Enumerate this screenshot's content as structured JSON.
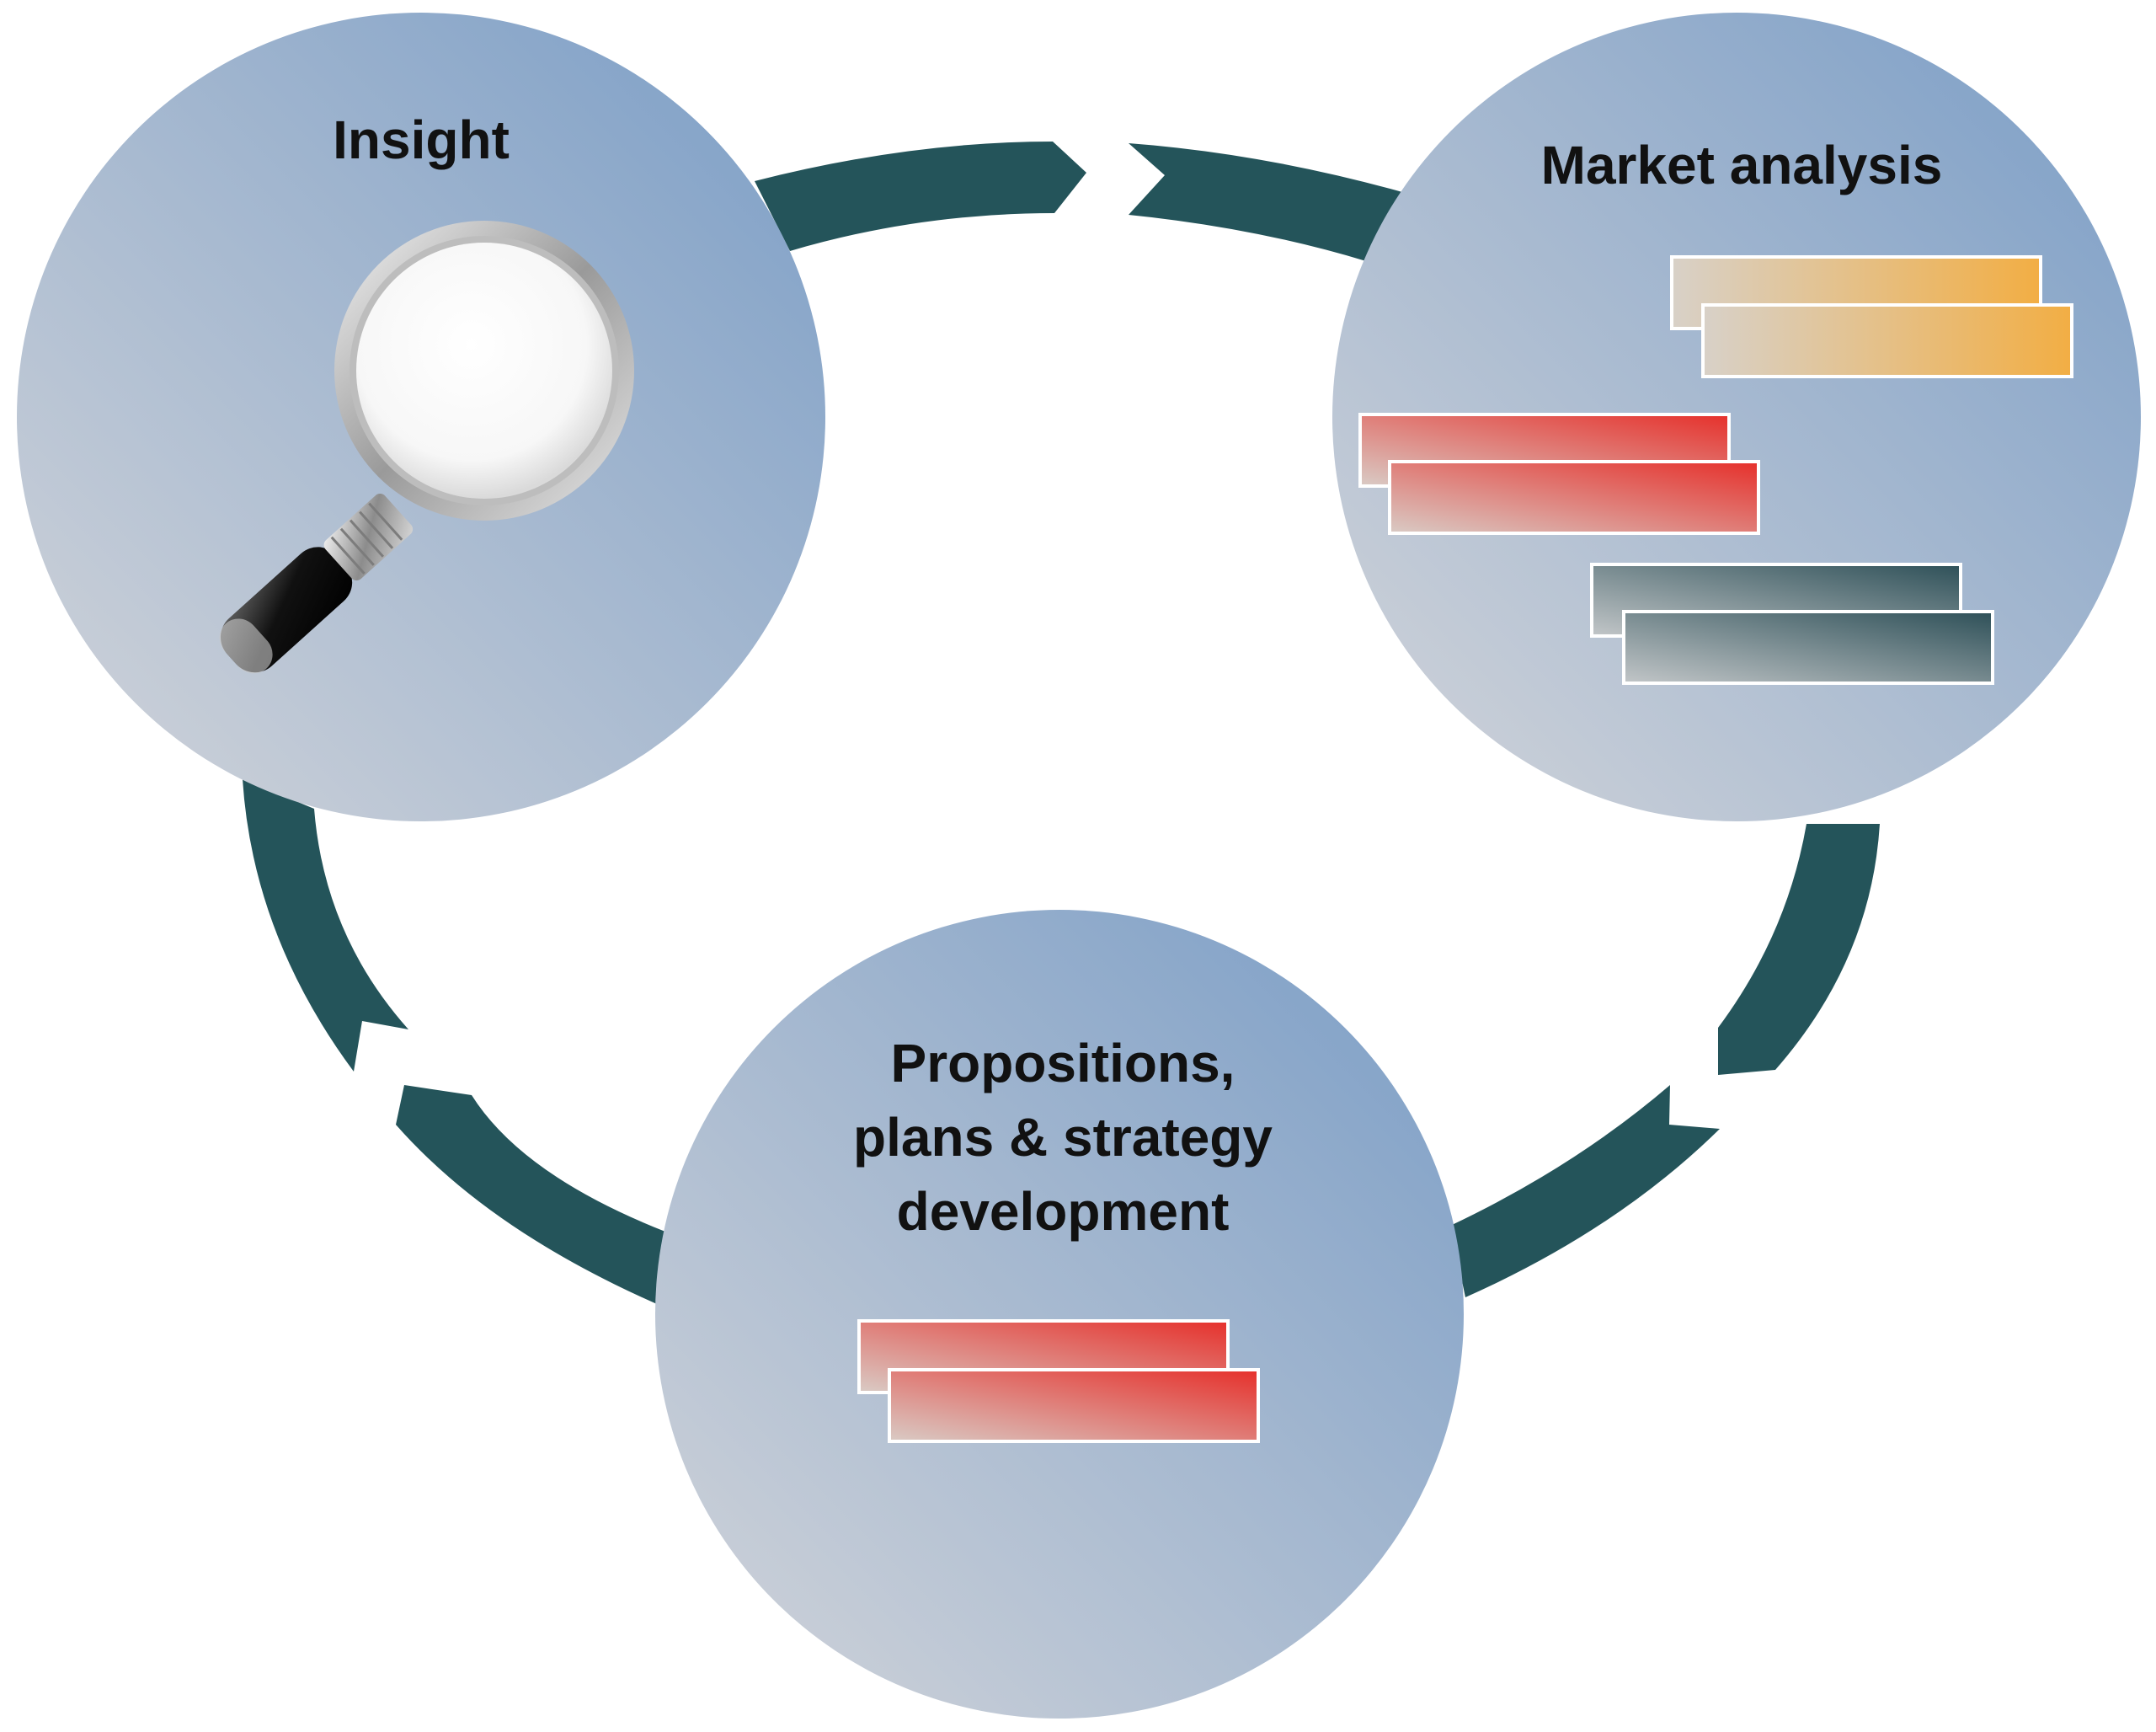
{
  "nodes": [
    {
      "id": "insight",
      "title_lines": [
        "Insight"
      ],
      "icon": "magnifying-glass-icon"
    },
    {
      "id": "market",
      "title_lines": [
        "Market analysis"
      ],
      "icon": "stacked-bars-icon"
    },
    {
      "id": "propositions",
      "title_lines": [
        "Propositions,",
        "plans & strategy",
        "development"
      ],
      "icon": "stacked-bars-icon"
    }
  ],
  "colors": {
    "arrow": "#24545A",
    "circle_light": "#D3D5DA",
    "circle_dark": "#7FA0C6",
    "bar_orange": "#F2AE44",
    "bar_red": "#E6302B",
    "bar_slate": "#2E5058",
    "bar_light": "#D8D4D0"
  }
}
